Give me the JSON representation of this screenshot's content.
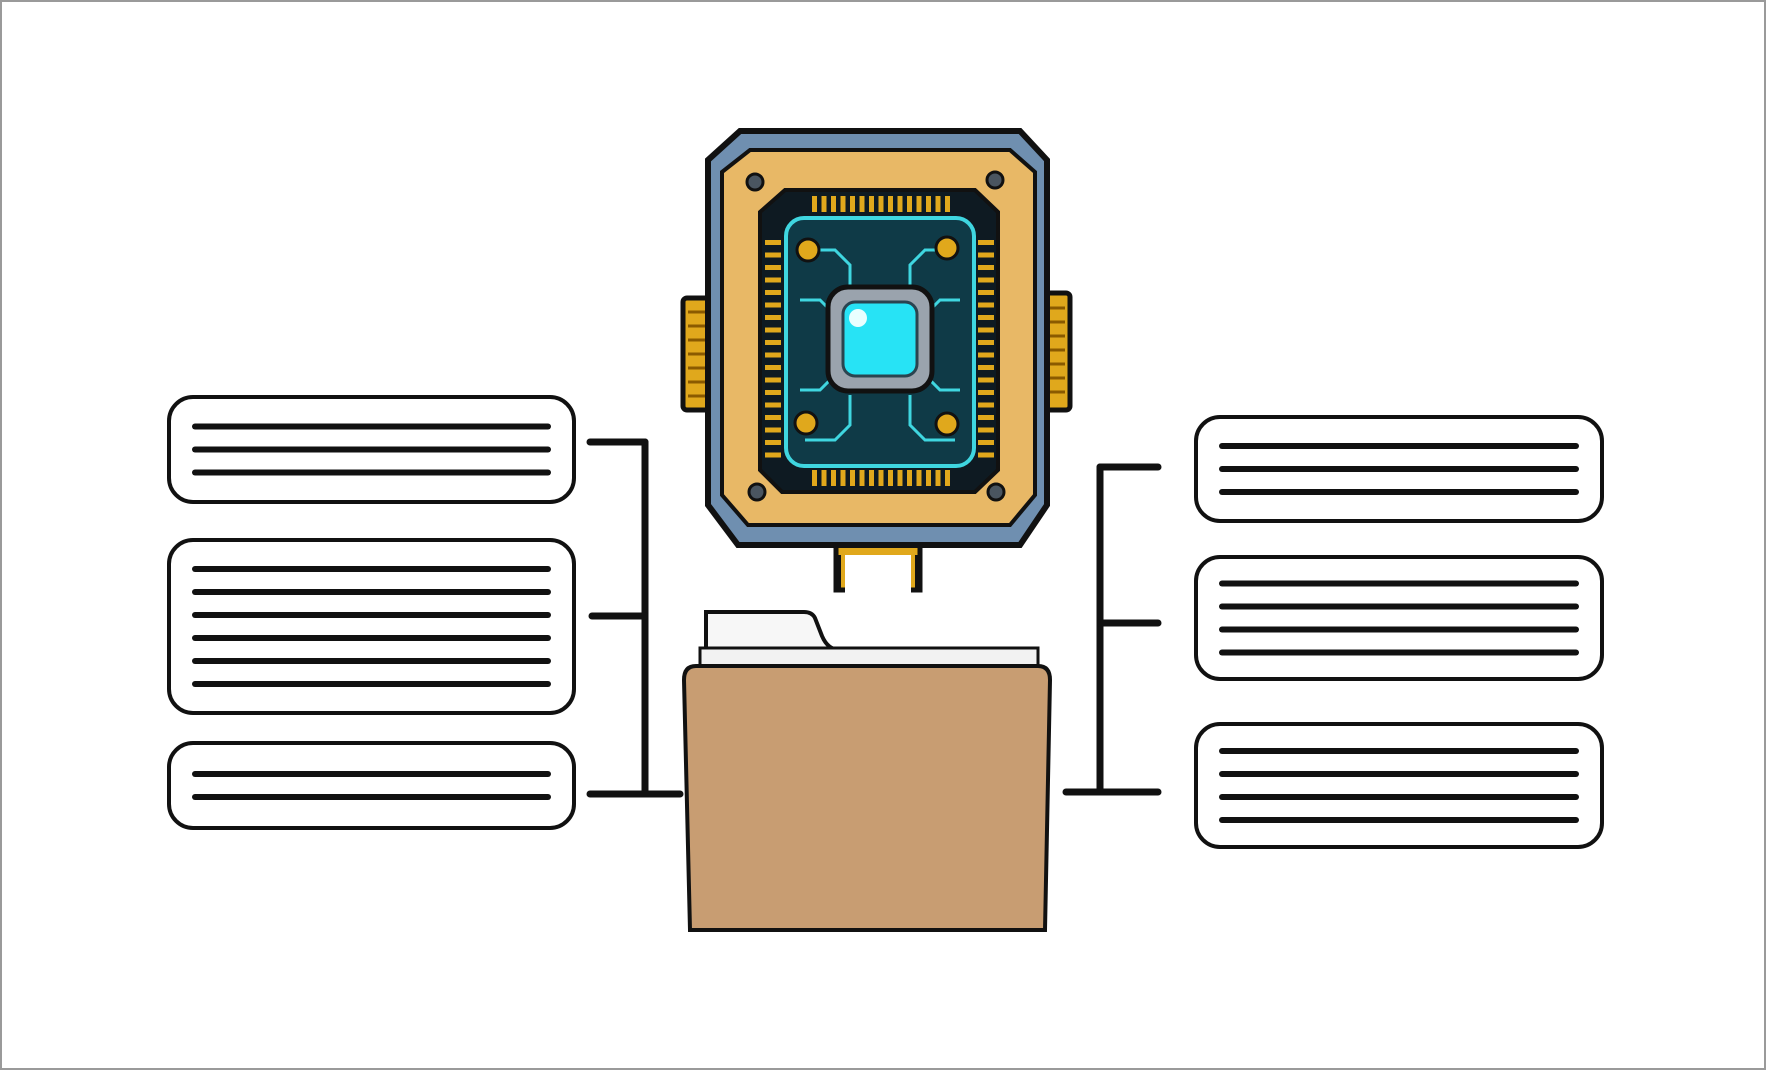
{
  "colors": {
    "ink": "#111111",
    "frame": "#9a9a9a",
    "board_gold": "#e8b866",
    "board_dark": "#0e1a22",
    "circuit_cyan": "#3fd6e0",
    "chip_glow": "#27e3f5",
    "pin_gold": "#e0a81c",
    "side_blue": "#6f8fb0",
    "folder": "#c89d72",
    "folder_paper": "#f7f7f7"
  },
  "left_boxes": [
    {
      "lines": 3
    },
    {
      "lines": 6
    },
    {
      "lines": 2
    }
  ],
  "right_boxes": [
    {
      "lines": 3
    },
    {
      "lines": 4
    },
    {
      "lines": 4
    }
  ],
  "icons": [
    "circuit-board-chip-icon",
    "folder-icon"
  ]
}
